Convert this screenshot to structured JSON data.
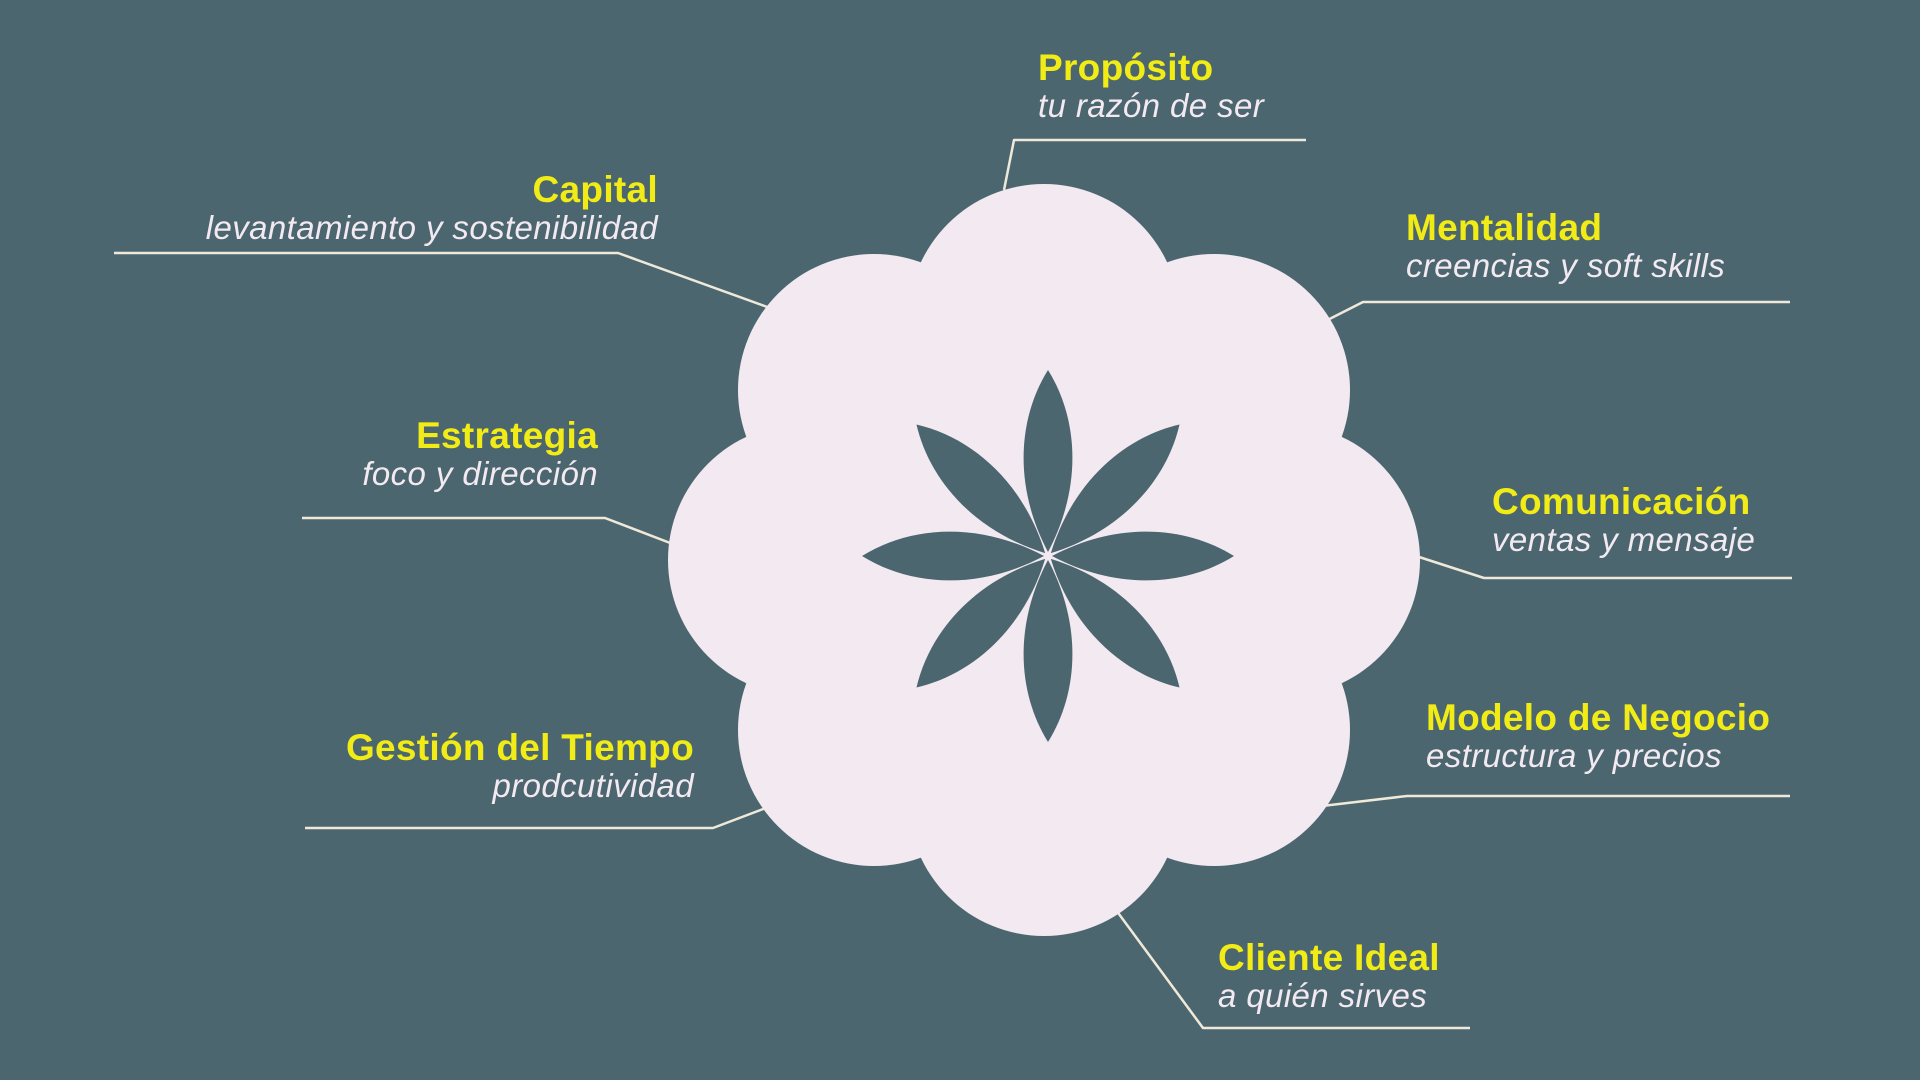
{
  "colors": {
    "background": "#4C6670",
    "blob": "#F3EAF1",
    "flower": "#4C6670",
    "title_yellow": "#F1EC16",
    "subtitle_light": "#F3EAF1",
    "connector_line": "#EFE9D9"
  },
  "center": {
    "icon": "flower-icon",
    "petal_count": 8
  },
  "labels": [
    {
      "id": "proposito",
      "title": "Propósito",
      "subtitle": "tu razón de ser"
    },
    {
      "id": "mentalidad",
      "title": "Mentalidad",
      "subtitle": "creencias y soft skills"
    },
    {
      "id": "comunicacion",
      "title": "Comunicación",
      "subtitle": "ventas y mensaje"
    },
    {
      "id": "modelo-de-negocio",
      "title": "Modelo de Negocio",
      "subtitle": "estructura y precios"
    },
    {
      "id": "cliente-ideal",
      "title": "Cliente Ideal",
      "subtitle": "a quién sirves"
    },
    {
      "id": "gestion-del-tiempo",
      "title": "Gestión del Tiempo",
      "subtitle": "prodcutividad"
    },
    {
      "id": "estrategia",
      "title": "Estrategia",
      "subtitle": "foco y dirección"
    },
    {
      "id": "capital",
      "title": "Capital",
      "subtitle": "levantamiento y sostenibilidad"
    }
  ]
}
